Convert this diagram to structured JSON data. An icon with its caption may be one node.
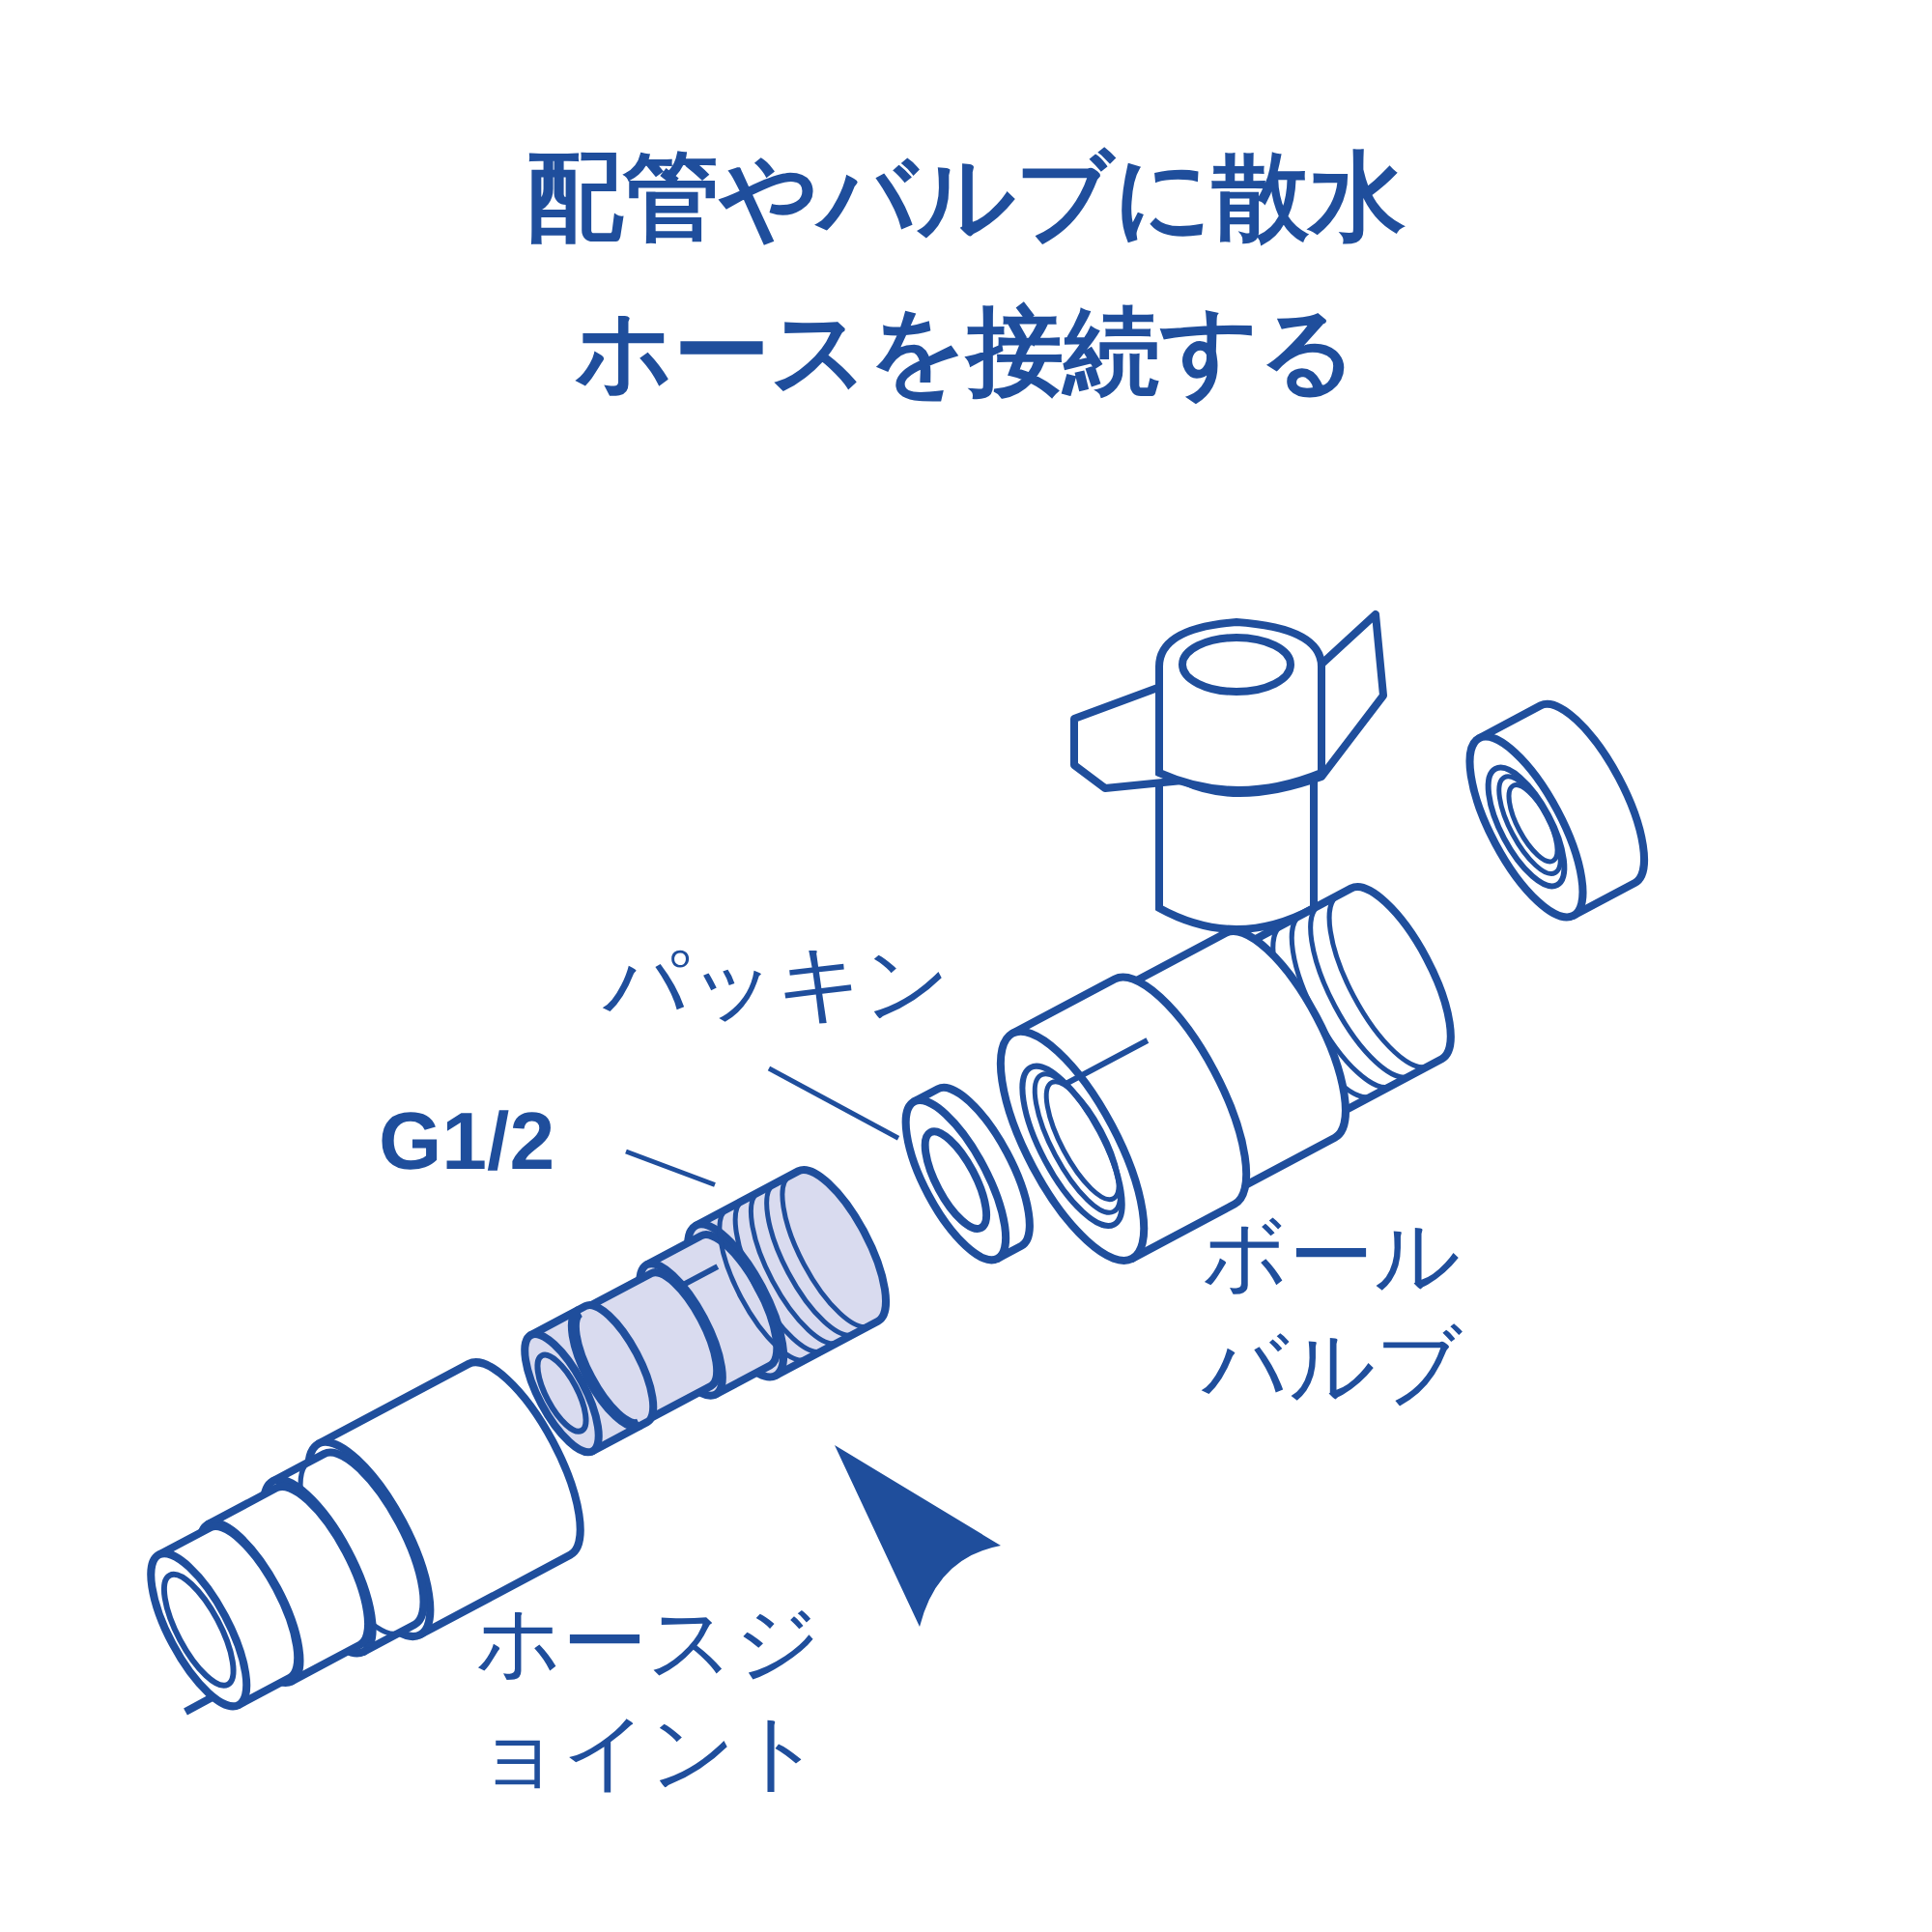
{
  "diagram": {
    "title": "配管やバルブに散水ホースを接続する",
    "nodes": [
      {
        "text": [
          "パッキン"
        ]
      },
      {
        "text": [],
        "shape": "picture"
      },
      {
        "text": [
          "G1/2"
        ]
      },
      {
        "text": [],
        "shape": "picture"
      }
    ],
    "edges": [
      {
        "from": 0,
        "to": 3,
        "arrow": "none"
      },
      {
        "from": 2,
        "to": 1,
        "arrow": "none"
      }
    ],
    "labels": [
      "ボールバルブ",
      "ホースジョイント"
    ]
  }
}
